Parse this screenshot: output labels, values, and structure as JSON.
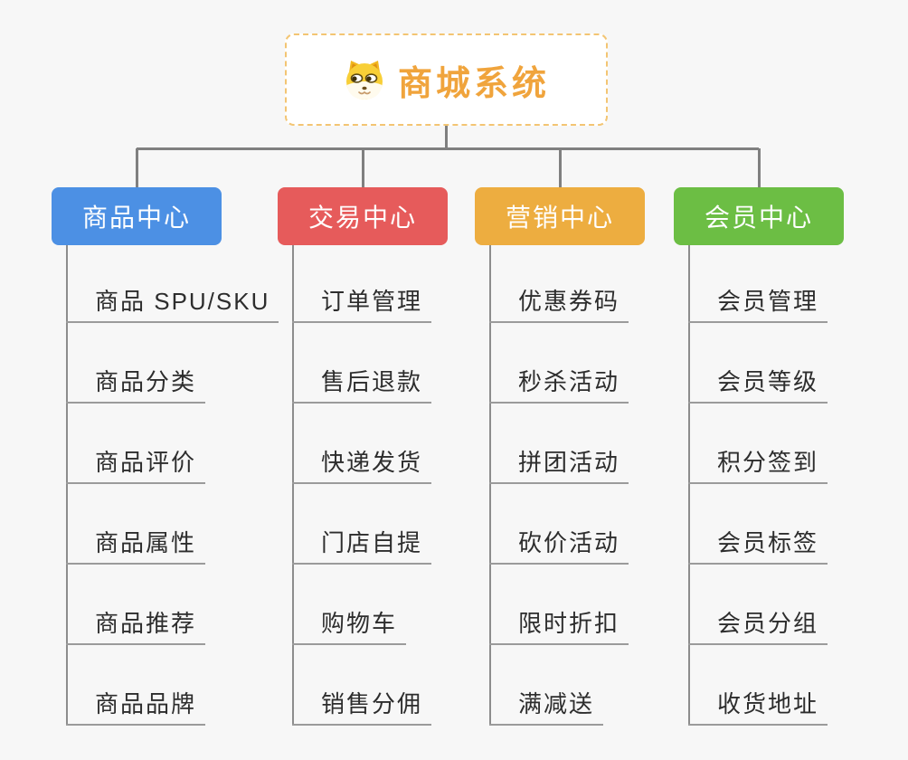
{
  "page": {
    "background_color": "#f7f7f7",
    "connector_color": "#808080",
    "underline_color": "#9b9b9b"
  },
  "root": {
    "title": "商城系统",
    "title_color": "#f0a43c",
    "border_color": "#f3c573",
    "icon": "dog-face-icon"
  },
  "branches": [
    {
      "label": "商品中心",
      "color": "#4C90E4",
      "items": [
        "商品 SPU/SKU",
        "商品分类",
        "商品评价",
        "商品属性",
        "商品推荐",
        "商品品牌"
      ]
    },
    {
      "label": "交易中心",
      "color": "#E65B5B",
      "items": [
        "订单管理",
        "售后退款",
        "快递发货",
        "门店自提",
        "购物车",
        "销售分佣"
      ]
    },
    {
      "label": "营销中心",
      "color": "#EDAD40",
      "items": [
        "优惠券码",
        "秒杀活动",
        "拼团活动",
        "砍价活动",
        "限时折扣",
        "满减送"
      ]
    },
    {
      "label": "会员中心",
      "color": "#6CBE44",
      "items": [
        "会员管理",
        "会员等级",
        "积分签到",
        "会员标签",
        "会员分组",
        "收货地址"
      ]
    }
  ]
}
